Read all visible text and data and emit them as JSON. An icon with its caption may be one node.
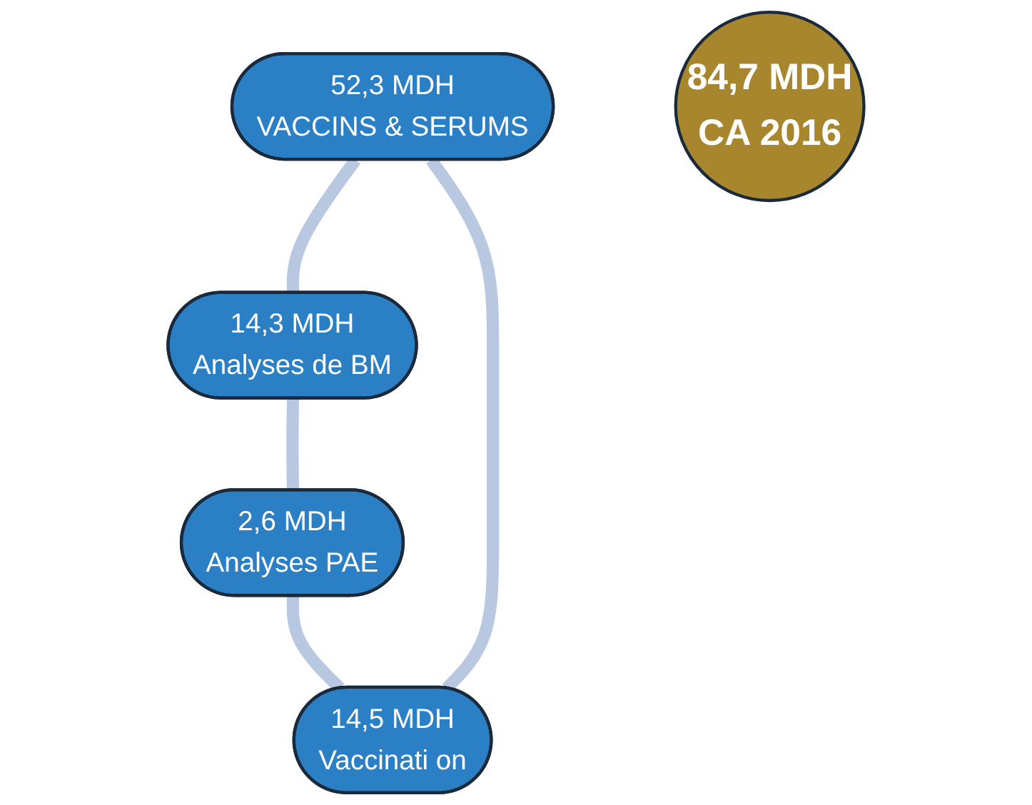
{
  "diagram": {
    "nodes": [
      {
        "text": [
          "52,3 MDH",
          "VACCINS & SERUMS"
        ]
      },
      {
        "text": [
          "14,5 MDH",
          "Vaccinati on"
        ]
      },
      {
        "text": [
          "84,7 MDH",
          "CA 2016"
        ]
      },
      {
        "text": [
          "14,3 MDH",
          "Analyses de BM"
        ]
      },
      {
        "text": [
          "2,6 MDH",
          "Analyses PAE"
        ]
      }
    ],
    "edges": [
      {
        "from": 0,
        "to": 3,
        "arrow": "none"
      },
      {
        "from": 3,
        "to": 4,
        "arrow": "none"
      },
      {
        "from": 4,
        "to": 1,
        "arrow": "none"
      },
      {
        "from": 1,
        "to": 0,
        "arrow": "none"
      }
    ]
  }
}
